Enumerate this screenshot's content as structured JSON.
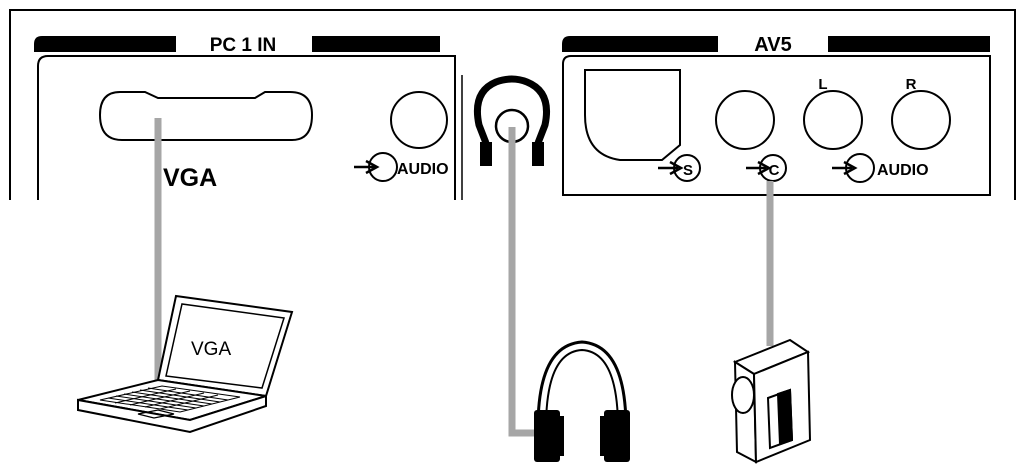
{
  "panels": {
    "pc_in": {
      "title": "PC 1 IN",
      "vga_label": "VGA",
      "audio_label": "AUDIO"
    },
    "av5": {
      "title": "AV5",
      "s_label": "S",
      "c_label": "C",
      "l_label": "L",
      "r_label": "R",
      "audio_label": "AUDIO"
    }
  },
  "devices": {
    "laptop": {
      "screen_label": "VGA"
    }
  },
  "colors": {
    "ink": "#000000",
    "cable": "#a6a6a6",
    "background": "#ffffff"
  }
}
